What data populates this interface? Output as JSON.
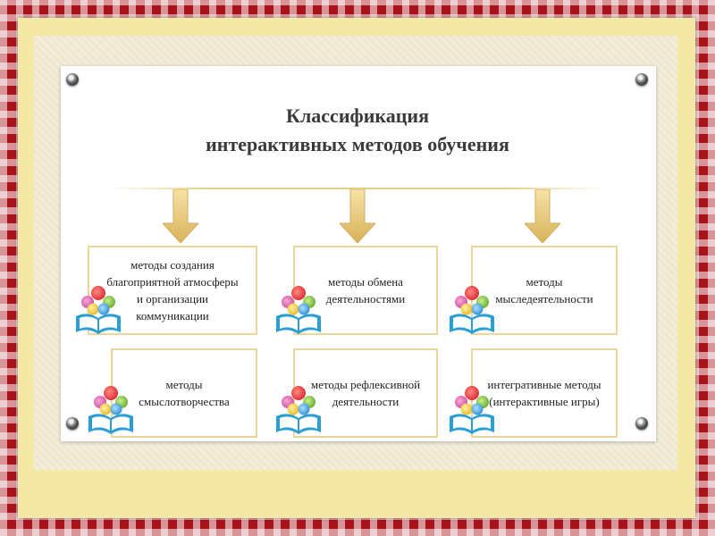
{
  "title": {
    "line1": "Классификация",
    "line2": "интерактивных методов обучения"
  },
  "boxes": [
    {
      "lines": [
        "методы создания",
        "благоприятной атмосферы",
        "и организации",
        "коммуникации"
      ]
    },
    {
      "lines": [
        "методы обмена",
        "деятельностями"
      ]
    },
    {
      "lines": [
        "методы",
        "мыследеятельности"
      ]
    },
    {
      "lines": [
        "методы",
        "смыслотворчества"
      ]
    },
    {
      "lines": [
        "методы рефлексивной",
        "деятельности"
      ]
    },
    {
      "lines": [
        "интегративные методы",
        "(интерактивные игры)"
      ]
    }
  ],
  "icon_name": "children-book-icon",
  "colors": {
    "border_red": "#a8141b",
    "frame_yellow": "#f4e8a6",
    "box_border": "#ecd79a",
    "arrow_gold": "#e9cd82",
    "book_blue": "#2a9fd6"
  }
}
